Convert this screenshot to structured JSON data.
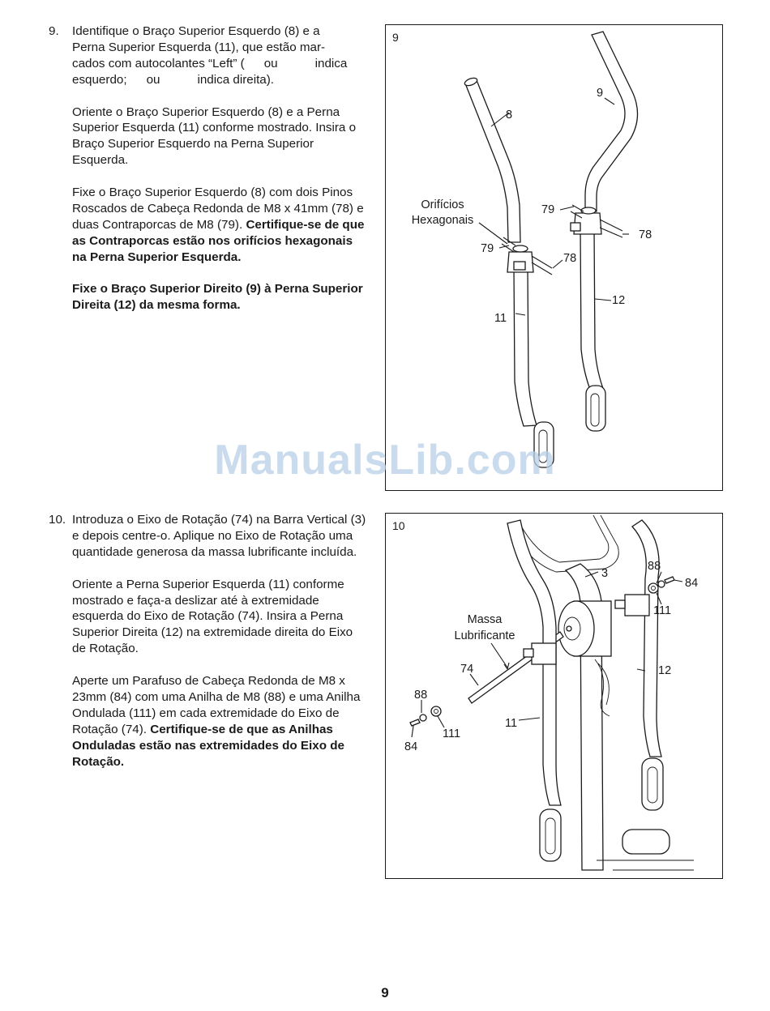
{
  "step9": {
    "number": "9.",
    "p1_a": "Identifique o Braço Superior Esquerdo (8) e a",
    "p1_b": "Perna Superior Esquerda (11), que estão mar-",
    "p1_c1": "cados com autocolantes “Left” (",
    "p1_c2": "ou",
    "p1_c3": "indica",
    "p1_d1": "esquerdo;",
    "p1_d2": "ou",
    "p1_d3": "indica direita).",
    "p2": "Oriente o Braço Superior Esquerdo (8) e a Perna Superior Esquerda (11) conforme mostrado. Insira o Braço Superior Esquerdo na Perna Superior Esquerda.",
    "p3_normal": "Fixe o Braço Superior Esquerdo (8) com dois Pinos Roscados de Cabeça Redonda de M8 x 41mm (78) e duas Contraporcas de M8 (79).",
    "p3_bold": "Certifique-se de que as Contraporcas estão nos orifícios hexagonais na Perna Superior Esquerda.",
    "p4_bold": "Fixe o Braço Superior Direito (9) à Perna Superior Direita (12) da mesma forma."
  },
  "step10": {
    "number": "10.",
    "p1": "Introduza o Eixo de Rotação (74) na Barra Vertical (3) e depois centre-o. Aplique no Eixo de Rotação uma quantidade generosa da massa lubrificante incluída.",
    "p2": "Oriente a Perna Superior Esquerda (11) conforme mostrado e faça-a deslizar até à extremidade esquerda do Eixo de Rotação (74). Insira a Perna Superior Direita (12) na extremidade direita do Eixo de Rotação.",
    "p3_normal": "Aperte um Parafuso de Cabeça Redonda de M8 x 23mm (84) com uma Anilha de M8 (88) e uma Anilha Ondulada (111) em cada extremidade do Eixo de Rotação (74).",
    "p3_bold": "Certifique-se de que as Anilhas Onduladas estão nas extremidades do Eixo de Rotação."
  },
  "figure9": {
    "number": "9",
    "labels": {
      "arm_left": "8",
      "arm_right": "9",
      "hex_line1": "Orifícios",
      "hex_line2": "Hexagonais",
      "nut_right": "79",
      "nut_left": "79",
      "bolt_right": "78",
      "bolt_left": "78",
      "leg_left": "11",
      "leg_right": "12"
    }
  },
  "figure10": {
    "number": "10",
    "labels": {
      "mast": "3",
      "grease_line1": "Massa",
      "grease_line2": "Lubrificante",
      "axle": "74",
      "leg_left": "11",
      "leg_right": "12",
      "washer_right": "88",
      "bolt_right": "84",
      "wave_right": "111",
      "washer_left": "88",
      "wave_left": "111",
      "bolt_left": "84"
    }
  },
  "watermark": "ManualsLib.com",
  "page_number": "9"
}
